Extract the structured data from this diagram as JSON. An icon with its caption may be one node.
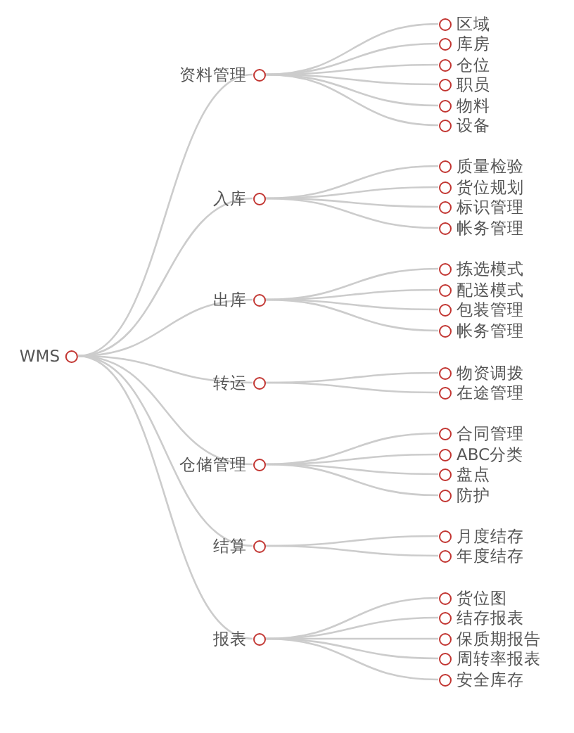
{
  "diagram": {
    "nodes": [
      {
        "text": [
          "WMS"
        ]
      },
      {
        "text": [
          "资料管理"
        ]
      },
      {
        "text": [
          "区域"
        ]
      },
      {
        "text": [
          "库房"
        ]
      },
      {
        "text": [
          "仓位"
        ]
      },
      {
        "text": [
          "职员"
        ]
      },
      {
        "text": [
          "物料"
        ]
      },
      {
        "text": [
          "设备"
        ]
      },
      {
        "text": [
          "入库"
        ]
      },
      {
        "text": [
          "质量检验"
        ]
      },
      {
        "text": [
          "货位规划"
        ]
      },
      {
        "text": [
          "标识管理"
        ]
      },
      {
        "text": [
          "帐务管理"
        ]
      },
      {
        "text": [
          "出库"
        ]
      },
      {
        "text": [
          "拣选模式"
        ]
      },
      {
        "text": [
          "配送模式"
        ]
      },
      {
        "text": [
          "包装管理"
        ]
      },
      {
        "text": [
          "帐务管理"
        ]
      },
      {
        "text": [
          "转运"
        ]
      },
      {
        "text": [
          "物资调拨"
        ]
      },
      {
        "text": [
          "在途管理"
        ]
      },
      {
        "text": [
          "仓储管理"
        ]
      },
      {
        "text": [
          "合同管理"
        ]
      },
      {
        "text": [
          "ABC分类"
        ]
      },
      {
        "text": [
          "盘点"
        ]
      },
      {
        "text": [
          "防护"
        ]
      },
      {
        "text": [
          "结算"
        ]
      },
      {
        "text": [
          "月度结存"
        ]
      },
      {
        "text": [
          "年度结存"
        ]
      },
      {
        "text": [
          "报表"
        ]
      },
      {
        "text": [
          "货位图"
        ]
      },
      {
        "text": [
          "结存报表"
        ]
      },
      {
        "text": [
          "保质期报告"
        ]
      },
      {
        "text": [
          "周转率报表"
        ]
      },
      {
        "text": [
          "安全库存"
        ]
      }
    ],
    "edges": [
      {
        "from": 0,
        "to": 1,
        "arrow": "none"
      },
      {
        "from": 1,
        "to": 2,
        "arrow": "none"
      },
      {
        "from": 1,
        "to": 3,
        "arrow": "none"
      },
      {
        "from": 1,
        "to": 4,
        "arrow": "none"
      },
      {
        "from": 1,
        "to": 5,
        "arrow": "none"
      },
      {
        "from": 1,
        "to": 6,
        "arrow": "none"
      },
      {
        "from": 1,
        "to": 7,
        "arrow": "none"
      },
      {
        "from": 0,
        "to": 8,
        "arrow": "none"
      },
      {
        "from": 8,
        "to": 9,
        "arrow": "none"
      },
      {
        "from": 8,
        "to": 10,
        "arrow": "none"
      },
      {
        "from": 8,
        "to": 11,
        "arrow": "none"
      },
      {
        "from": 8,
        "to": 12,
        "arrow": "none"
      },
      {
        "from": 0,
        "to": 13,
        "arrow": "none"
      },
      {
        "from": 13,
        "to": 14,
        "arrow": "none"
      },
      {
        "from": 13,
        "to": 15,
        "arrow": "none"
      },
      {
        "from": 13,
        "to": 16,
        "arrow": "none"
      },
      {
        "from": 13,
        "to": 17,
        "arrow": "none"
      },
      {
        "from": 0,
        "to": 18,
        "arrow": "none"
      },
      {
        "from": 18,
        "to": 19,
        "arrow": "none"
      },
      {
        "from": 18,
        "to": 20,
        "arrow": "none"
      },
      {
        "from": 0,
        "to": 21,
        "arrow": "none"
      },
      {
        "from": 21,
        "to": 22,
        "arrow": "none"
      },
      {
        "from": 21,
        "to": 23,
        "arrow": "none"
      },
      {
        "from": 21,
        "to": 24,
        "arrow": "none"
      },
      {
        "from": 21,
        "to": 25,
        "arrow": "none"
      },
      {
        "from": 0,
        "to": 26,
        "arrow": "none"
      },
      {
        "from": 26,
        "to": 27,
        "arrow": "none"
      },
      {
        "from": 26,
        "to": 28,
        "arrow": "none"
      },
      {
        "from": 0,
        "to": 29,
        "arrow": "none"
      },
      {
        "from": 29,
        "to": 30,
        "arrow": "none"
      },
      {
        "from": 29,
        "to": 31,
        "arrow": "none"
      },
      {
        "from": 29,
        "to": 32,
        "arrow": "none"
      },
      {
        "from": 29,
        "to": 33,
        "arrow": "none"
      },
      {
        "from": 29,
        "to": 34,
        "arrow": "none"
      }
    ]
  }
}
